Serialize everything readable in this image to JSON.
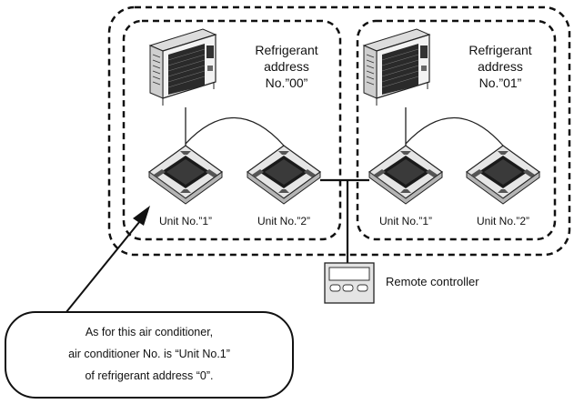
{
  "systems": [
    {
      "address_title": "Refrigerant",
      "address_line2": "address",
      "address_line3": "No.”00”",
      "units": [
        "Unit No.”1”",
        "Unit No.”2”"
      ]
    },
    {
      "address_title": "Refrigerant",
      "address_line2": "address",
      "address_line3": "No.”01”",
      "units": [
        "Unit No.”1”",
        "Unit No.”2”"
      ]
    }
  ],
  "remote_controller_label": "Remote controller",
  "callout": {
    "line1": "As for this air conditioner,",
    "line2": "air conditioner No. is “Unit No.1”",
    "line3": "of refrigerant address “0”."
  },
  "icons": [
    "outdoor-unit-icon",
    "cassette-indoor-unit-icon",
    "remote-controller-icon"
  ]
}
